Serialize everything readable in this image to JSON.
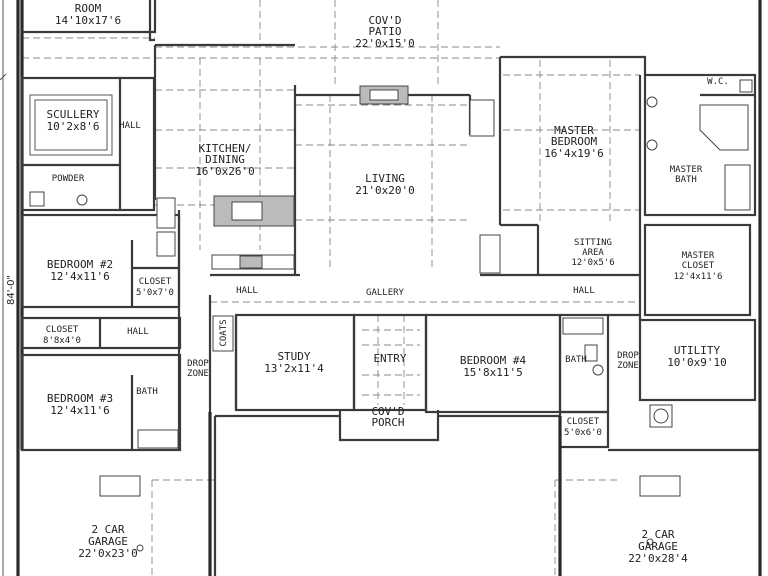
{
  "dimension": "84'-0\"",
  "rooms": {
    "top_room": {
      "name": "ROOM",
      "size": "14'10x17'6"
    },
    "covd_patio": {
      "name1": "COV'D",
      "name2": "PATIO",
      "size": "22'0x15'0"
    },
    "scullery": {
      "name": "SCULLERY",
      "size": "10'2x8'6"
    },
    "hall_left_top": {
      "name": "HALL"
    },
    "powder": {
      "name": "POWDER"
    },
    "kitchen": {
      "name1": "KITCHEN/",
      "name2": "DINING",
      "size": "16'0x26'0"
    },
    "living": {
      "name": "LIVING",
      "size": "21'0x20'0"
    },
    "master_bedroom": {
      "name1": "MASTER",
      "name2": "BEDROOM",
      "size": "16'4x19'6"
    },
    "wc": {
      "name": "W.C."
    },
    "master_bath": {
      "name1": "MASTER",
      "name2": "BATH"
    },
    "sitting_area": {
      "name1": "SITTING",
      "name2": "AREA",
      "size": "12'0x5'6"
    },
    "master_closet": {
      "name1": "MASTER",
      "name2": "CLOSET",
      "size": "12'4x11'6"
    },
    "bedroom2": {
      "name": "BEDROOM #2",
      "size": "12'4x11'6"
    },
    "closet_b2": {
      "name": "CLOSET",
      "size": "5'0x7'0"
    },
    "hall_left": {
      "name": "HALL"
    },
    "gallery": {
      "name": "GALLERY"
    },
    "hall_right": {
      "name": "HALL"
    },
    "closet_left": {
      "name": "CLOSET",
      "size": "8'8x4'0"
    },
    "hall_small": {
      "name": "HALL"
    },
    "coats": {
      "name": "COATS"
    },
    "study": {
      "name": "STUDY",
      "size": "13'2x11'4"
    },
    "entry": {
      "name": "ENTRY"
    },
    "bedroom4": {
      "name": "BEDROOM #4",
      "size": "15'8x11'5"
    },
    "bath_right": {
      "name": "BATH"
    },
    "drop_zone_right": {
      "name1": "DROP",
      "name2": "ZONE"
    },
    "utility": {
      "name": "UTILITY",
      "size": "10'0x9'10"
    },
    "drop_zone_left": {
      "name1": "DROP",
      "name2": "ZONE"
    },
    "bedroom3": {
      "name": "BEDROOM #3",
      "size": "12'4x11'6"
    },
    "bath_left": {
      "name": "BATH"
    },
    "covd_porch": {
      "name1": "COV'D",
      "name2": "PORCH"
    },
    "closet_right": {
      "name": "CLOSET",
      "size": "5'0x6'0"
    },
    "garage_left": {
      "name1": "2 CAR",
      "name2": "GARAGE",
      "size": "22'0x23'0"
    },
    "garage_right": {
      "name1": "2 CAR",
      "name2": "GARAGE",
      "size": "22'0x28'4"
    }
  }
}
